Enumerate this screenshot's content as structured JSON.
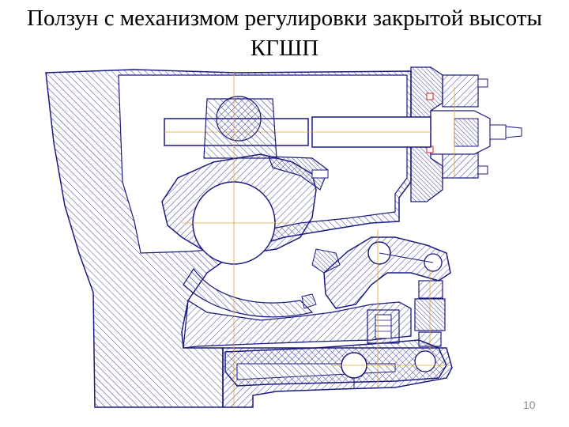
{
  "slide": {
    "title_line1": "Ползун с механизмом регулировки закрытой высоты",
    "title_line2": "КГШП",
    "page_number": "10"
  },
  "colors": {
    "outline": "#1a1a80",
    "hatch": "#3d3d9a",
    "axis": "#e0a030",
    "accent": "#cc2222"
  }
}
